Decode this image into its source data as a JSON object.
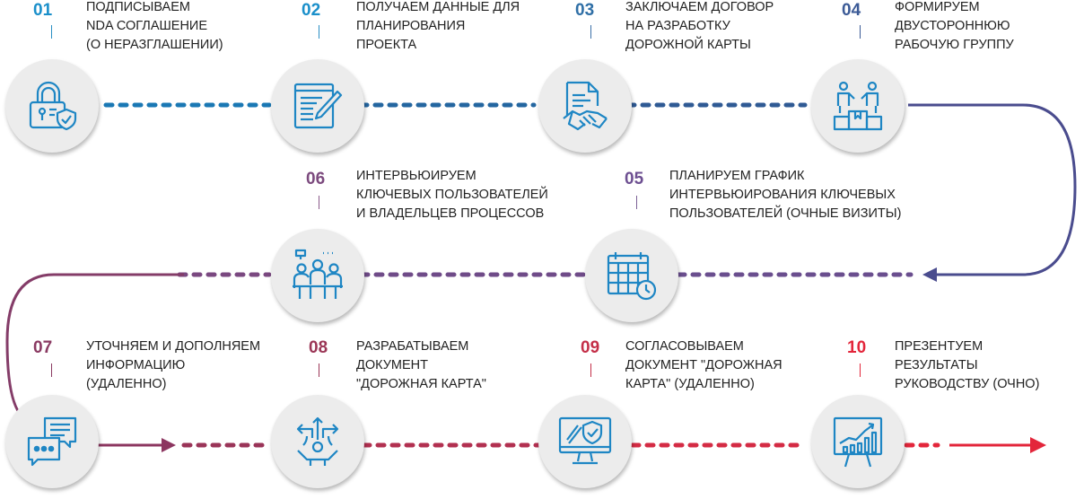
{
  "steps": [
    {
      "num": "01",
      "lines": [
        "ПОДПИСЫВАЕМ",
        "NDA СОГЛАШЕНИЕ",
        "(О НЕРАЗГЛАШЕНИИ)"
      ],
      "color": "#1a8fca",
      "icon": "lock-shield-icon"
    },
    {
      "num": "02",
      "lines": [
        "ПОЛУЧАЕМ ДАННЫЕ ДЛЯ",
        "ПЛАНИРОВАНИЯ",
        "ПРОЕКТА"
      ],
      "color": "#1a8fca",
      "icon": "document-pen-icon"
    },
    {
      "num": "03",
      "lines": [
        "ЗАКЛЮЧАЕМ ДОГОВОР",
        "НА РАЗРАБОТКУ",
        "ДОРОЖНОЙ КАРТЫ"
      ],
      "color": "#2f6fa6",
      "icon": "contract-handshake-icon"
    },
    {
      "num": "04",
      "lines": [
        "ФОРМИРУЕМ",
        "ДВУСТОРОННЮЮ",
        "РАБОЧУЮ ГРУППУ"
      ],
      "color": "#3b5a96",
      "icon": "team-podium-icon"
    },
    {
      "num": "05",
      "lines": [
        "ПЛАНИРУЕМ ГРАФИК",
        "ИНТЕРВЬЮИРОВАНИЯ КЛЮЧЕВЫХ",
        "ПОЛЬЗОВАТЕЛЕЙ  (ОЧНЫЕ ВИЗИТЫ)"
      ],
      "color": "#6d4f91",
      "icon": "calendar-clock-icon"
    },
    {
      "num": "06",
      "lines": [
        "ИНТЕРВЬЮИРУЕМ",
        "КЛЮЧЕВЫХ ПОЛЬЗОВАТЕЛЕЙ",
        "И ВЛАДЕЛЬЦЕВ ПРОЦЕССОВ"
      ],
      "color": "#7c4a7e",
      "icon": "meeting-people-icon"
    },
    {
      "num": "07",
      "lines": [
        "УТОЧНЯЕМ И ДОПОЛНЯЕМ",
        "ИНФОРМАЦИЮ",
        "(УДАЛЕННО)"
      ],
      "color": "#8a3a62",
      "icon": "chat-bubbles-icon"
    },
    {
      "num": "08",
      "lines": [
        "РАЗРАБАТЫВАЕМ",
        "ДОКУМЕНТ",
        "\"ДОРОЖНАЯ КАРТА\""
      ],
      "color": "#9b3656",
      "icon": "person-arrows-icon"
    },
    {
      "num": "09",
      "lines": [
        "СОГЛАСОВЫВАЕМ",
        "ДОКУМЕНТ \"ДОРОЖНАЯ",
        "КАРТА\" (УДАЛЕННО)"
      ],
      "color": "#c42f48",
      "icon": "monitor-shield-icon"
    },
    {
      "num": "10",
      "lines": [
        "ПРЕЗЕНТУЕМ",
        "РЕЗУЛЬТАТЫ",
        "РУКОВОДСТВУ (ОЧНО)"
      ],
      "color": "#e3263b",
      "icon": "chart-presentation-icon"
    }
  ],
  "colors": {
    "row1_line": "#1a6fa8",
    "row2_line": "#7c4a7e",
    "row3_line": "#c42f48",
    "icon": "#1e86c4",
    "tick": "#2a8fc4"
  }
}
